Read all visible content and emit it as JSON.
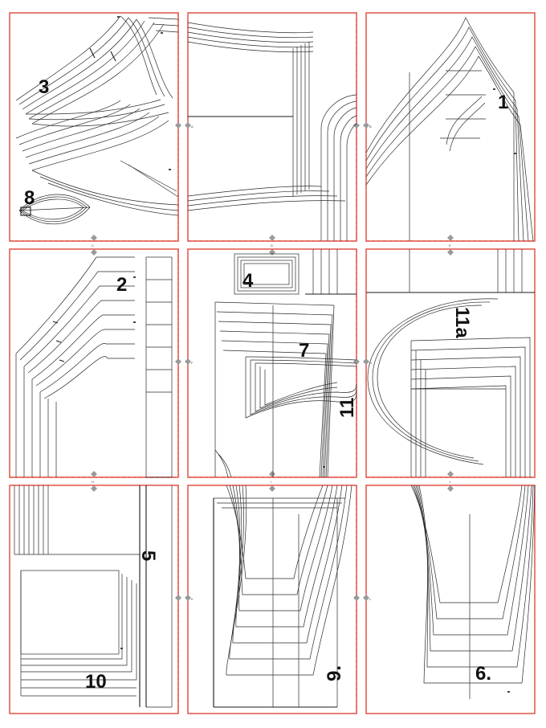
{
  "colors": {
    "tile_border": "#e0463a",
    "pattern_line": "#2a2a2a",
    "background": "#ffffff"
  },
  "pieces": [
    {
      "id": "p3",
      "label": "3"
    },
    {
      "id": "p8",
      "label": "8"
    },
    {
      "id": "p1",
      "label": "1"
    },
    {
      "id": "p2",
      "label": "2"
    },
    {
      "id": "p4",
      "label": "4"
    },
    {
      "id": "p7",
      "label": "7"
    },
    {
      "id": "p11",
      "label": "11"
    },
    {
      "id": "p11a",
      "label": "11a"
    },
    {
      "id": "p5",
      "label": "5"
    },
    {
      "id": "p10",
      "label": "10"
    },
    {
      "id": "p9",
      "label": "9."
    },
    {
      "id": "p6",
      "label": "6."
    }
  ],
  "joins": [
    "A",
    "B",
    "C",
    "D",
    "E",
    "F",
    "G",
    "H",
    "I",
    "J",
    "K",
    "L"
  ]
}
